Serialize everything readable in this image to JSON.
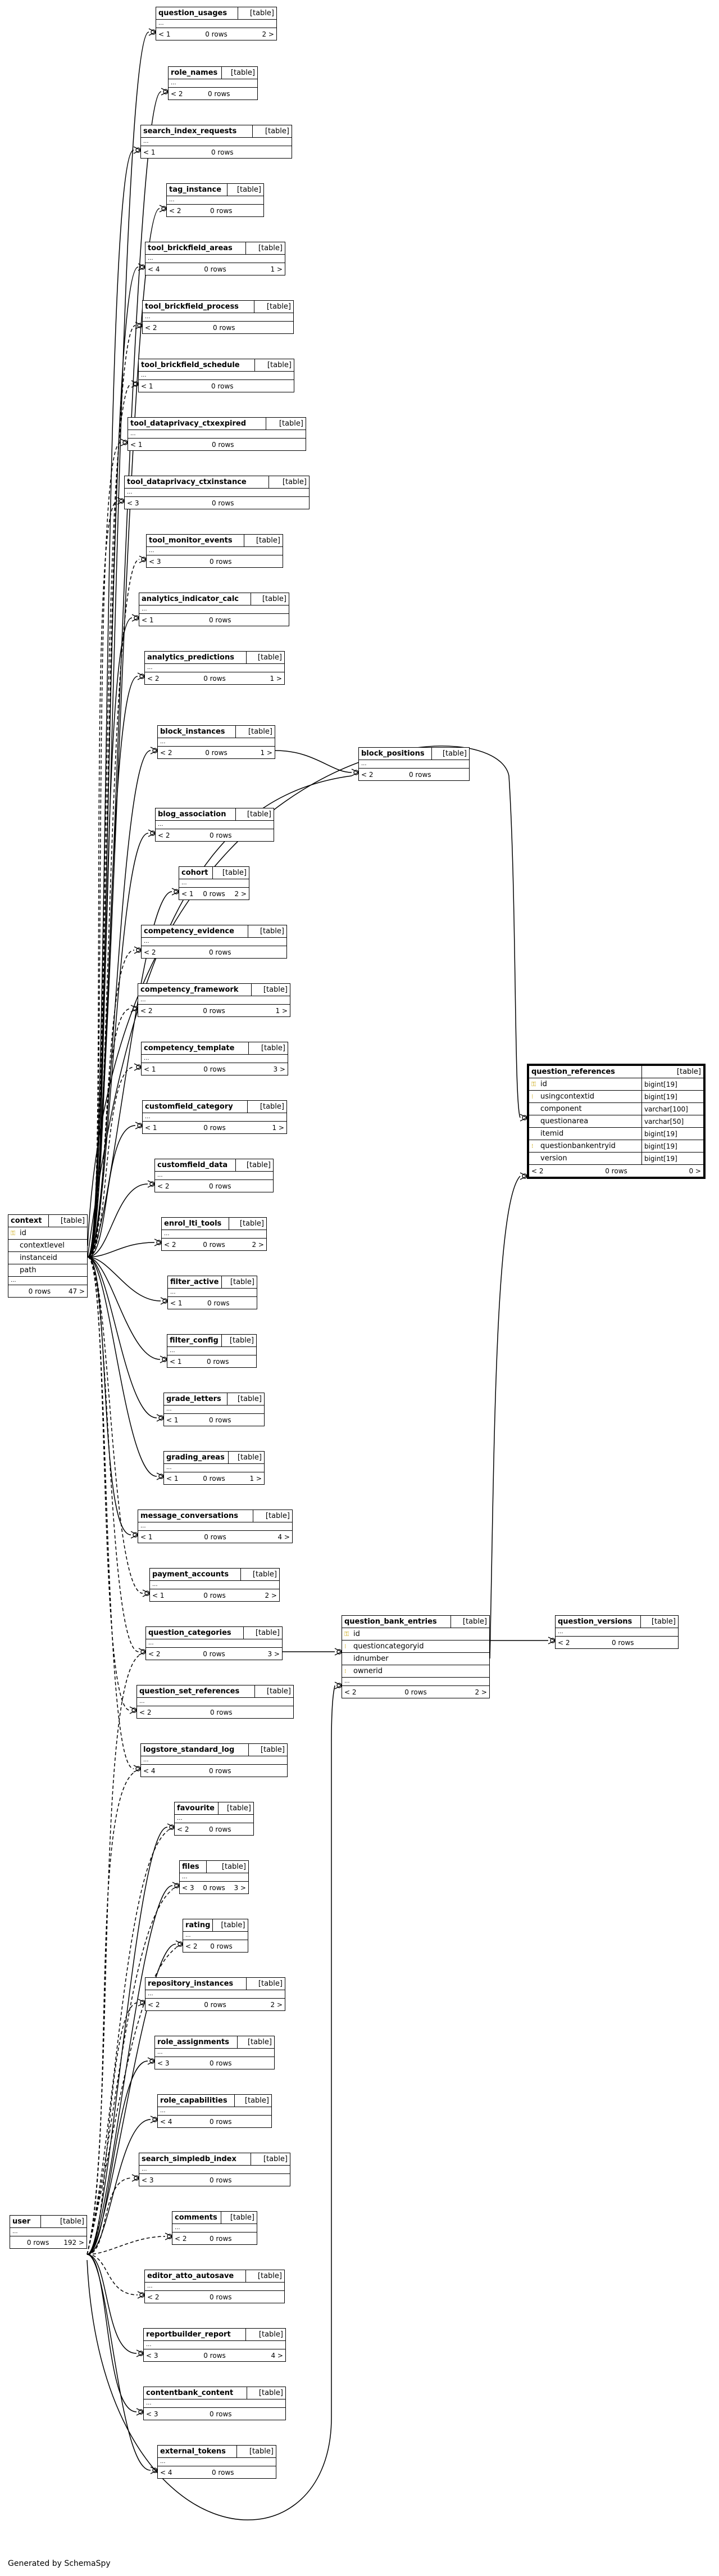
{
  "footer": "Generated by SchemaSpy",
  "kind_label": "[table]",
  "ellipsis": "...",
  "tables": [
    {
      "id": "question_usages",
      "name": "question_usages",
      "parents": "< 1",
      "rows": "0 rows",
      "children": "2 >"
    },
    {
      "id": "role_names",
      "name": "role_names",
      "parents": "< 2",
      "rows": "0 rows",
      "children": ""
    },
    {
      "id": "search_index_requests",
      "name": "search_index_requests",
      "parents": "< 1",
      "rows": "0 rows",
      "children": ""
    },
    {
      "id": "tag_instance",
      "name": "tag_instance",
      "parents": "< 2",
      "rows": "0 rows",
      "children": ""
    },
    {
      "id": "tool_brickfield_areas",
      "name": "tool_brickfield_areas",
      "parents": "< 4",
      "rows": "0 rows",
      "children": "1 >"
    },
    {
      "id": "tool_brickfield_process",
      "name": "tool_brickfield_process",
      "parents": "< 2",
      "rows": "0 rows",
      "children": ""
    },
    {
      "id": "tool_brickfield_schedule",
      "name": "tool_brickfield_schedule",
      "parents": "< 1",
      "rows": "0 rows",
      "children": ""
    },
    {
      "id": "tool_dataprivacy_ctxexpired",
      "name": "tool_dataprivacy_ctxexpired",
      "parents": "< 1",
      "rows": "0 rows",
      "children": ""
    },
    {
      "id": "tool_dataprivacy_ctxinstance",
      "name": "tool_dataprivacy_ctxinstance",
      "parents": "< 3",
      "rows": "0 rows",
      "children": ""
    },
    {
      "id": "tool_monitor_events",
      "name": "tool_monitor_events",
      "parents": "< 3",
      "rows": "0 rows",
      "children": ""
    },
    {
      "id": "analytics_indicator_calc",
      "name": "analytics_indicator_calc",
      "parents": "< 1",
      "rows": "0 rows",
      "children": ""
    },
    {
      "id": "analytics_predictions",
      "name": "analytics_predictions",
      "parents": "< 2",
      "rows": "0 rows",
      "children": "1 >"
    },
    {
      "id": "block_instances",
      "name": "block_instances",
      "parents": "< 2",
      "rows": "0 rows",
      "children": "1 >"
    },
    {
      "id": "block_positions",
      "name": "block_positions",
      "parents": "< 2",
      "rows": "0 rows",
      "children": ""
    },
    {
      "id": "blog_association",
      "name": "blog_association",
      "parents": "< 2",
      "rows": "0 rows",
      "children": ""
    },
    {
      "id": "cohort",
      "name": "cohort",
      "parents": "< 1",
      "rows": "0 rows",
      "children": "2 >"
    },
    {
      "id": "competency_evidence",
      "name": "competency_evidence",
      "parents": "< 2",
      "rows": "0 rows",
      "children": ""
    },
    {
      "id": "competency_framework",
      "name": "competency_framework",
      "parents": "< 2",
      "rows": "0 rows",
      "children": "1 >"
    },
    {
      "id": "competency_template",
      "name": "competency_template",
      "parents": "< 1",
      "rows": "0 rows",
      "children": "3 >"
    },
    {
      "id": "customfield_category",
      "name": "customfield_category",
      "parents": "< 1",
      "rows": "0 rows",
      "children": "1 >"
    },
    {
      "id": "customfield_data",
      "name": "customfield_data",
      "parents": "< 2",
      "rows": "0 rows",
      "children": ""
    },
    {
      "id": "enrol_lti_tools",
      "name": "enrol_lti_tools",
      "parents": "< 2",
      "rows": "0 rows",
      "children": "2 >"
    },
    {
      "id": "filter_active",
      "name": "filter_active",
      "parents": "< 1",
      "rows": "0 rows",
      "children": ""
    },
    {
      "id": "filter_config",
      "name": "filter_config",
      "parents": "< 1",
      "rows": "0 rows",
      "children": ""
    },
    {
      "id": "grade_letters",
      "name": "grade_letters",
      "parents": "< 1",
      "rows": "0 rows",
      "children": ""
    },
    {
      "id": "grading_areas",
      "name": "grading_areas",
      "parents": "< 1",
      "rows": "0 rows",
      "children": "1 >"
    },
    {
      "id": "message_conversations",
      "name": "message_conversations",
      "parents": "< 1",
      "rows": "0 rows",
      "children": "4 >"
    },
    {
      "id": "payment_accounts",
      "name": "payment_accounts",
      "parents": "< 1",
      "rows": "0 rows",
      "children": "2 >"
    },
    {
      "id": "question_categories",
      "name": "question_categories",
      "parents": "< 2",
      "rows": "0 rows",
      "children": "3 >"
    },
    {
      "id": "question_set_references",
      "name": "question_set_references",
      "parents": "< 2",
      "rows": "0 rows",
      "children": ""
    },
    {
      "id": "logstore_standard_log",
      "name": "logstore_standard_log",
      "parents": "< 4",
      "rows": "0 rows",
      "children": ""
    },
    {
      "id": "favourite",
      "name": "favourite",
      "parents": "< 2",
      "rows": "0 rows",
      "children": ""
    },
    {
      "id": "files",
      "name": "files",
      "parents": "< 3",
      "rows": "0 rows",
      "children": "3 >"
    },
    {
      "id": "rating",
      "name": "rating",
      "parents": "< 2",
      "rows": "0 rows",
      "children": ""
    },
    {
      "id": "repository_instances",
      "name": "repository_instances",
      "parents": "< 2",
      "rows": "0 rows",
      "children": "2 >"
    },
    {
      "id": "role_assignments",
      "name": "role_assignments",
      "parents": "< 3",
      "rows": "0 rows",
      "children": ""
    },
    {
      "id": "role_capabilities",
      "name": "role_capabilities",
      "parents": "< 4",
      "rows": "0 rows",
      "children": ""
    },
    {
      "id": "search_simpledb_index",
      "name": "search_simpledb_index",
      "parents": "< 3",
      "rows": "0 rows",
      "children": ""
    },
    {
      "id": "comments",
      "name": "comments",
      "parents": "< 2",
      "rows": "0 rows",
      "children": ""
    },
    {
      "id": "editor_atto_autosave",
      "name": "editor_atto_autosave",
      "parents": "< 2",
      "rows": "0 rows",
      "children": ""
    },
    {
      "id": "reportbuilder_report",
      "name": "reportbuilder_report",
      "parents": "< 3",
      "rows": "0 rows",
      "children": "4 >"
    },
    {
      "id": "contentbank_content",
      "name": "contentbank_content",
      "parents": "< 3",
      "rows": "0 rows",
      "children": ""
    },
    {
      "id": "external_tokens",
      "name": "external_tokens",
      "parents": "< 4",
      "rows": "0 rows",
      "children": ""
    },
    {
      "id": "question_versions",
      "name": "question_versions",
      "parents": "< 2",
      "rows": "0 rows",
      "children": ""
    }
  ],
  "context": {
    "name": "context",
    "columns": [
      {
        "key": "pk",
        "key_icon": "primary-key-icon",
        "name": "id"
      },
      {
        "key": "",
        "name": "contextlevel"
      },
      {
        "key": "",
        "name": "instanceid"
      },
      {
        "key": "",
        "name": "path"
      }
    ],
    "parents": "",
    "rows": "0 rows",
    "children": "47 >"
  },
  "user": {
    "name": "user",
    "parents": "",
    "rows": "0 rows",
    "children": "192 >"
  },
  "question_bank_entries": {
    "name": "question_bank_entries",
    "columns": [
      {
        "key": "pk",
        "key_icon": "primary-key-icon",
        "name": "id"
      },
      {
        "key": "fk",
        "key_icon": "foreign-key-icon",
        "name": "questioncategoryid"
      },
      {
        "key": "",
        "name": "idnumber"
      },
      {
        "key": "fk",
        "key_icon": "foreign-key-icon",
        "name": "ownerid"
      }
    ],
    "parents": "< 2",
    "rows": "0 rows",
    "children": "2 >"
  },
  "question_references": {
    "name": "question_references",
    "columns": [
      {
        "key": "pk",
        "key_icon": "primary-key-icon",
        "name": "id",
        "type": "bigint[19]"
      },
      {
        "key": "fk",
        "key_icon": "foreign-key-icon",
        "name": "usingcontextid",
        "type": "bigint[19]"
      },
      {
        "key": "",
        "name": "component",
        "type": "varchar[100]"
      },
      {
        "key": "",
        "name": "questionarea",
        "type": "varchar[50]"
      },
      {
        "key": "",
        "name": "itemid",
        "type": "bigint[19]"
      },
      {
        "key": "fk",
        "key_icon": "foreign-key-icon",
        "name": "questionbankentryid",
        "type": "bigint[19]"
      },
      {
        "key": "",
        "name": "version",
        "type": "bigint[19]"
      }
    ],
    "parents": "< 2",
    "rows": "0 rows",
    "children": "0 >"
  },
  "colors": {
    "line": "#000000",
    "key": "#c8a200",
    "background": "#ffffff"
  }
}
